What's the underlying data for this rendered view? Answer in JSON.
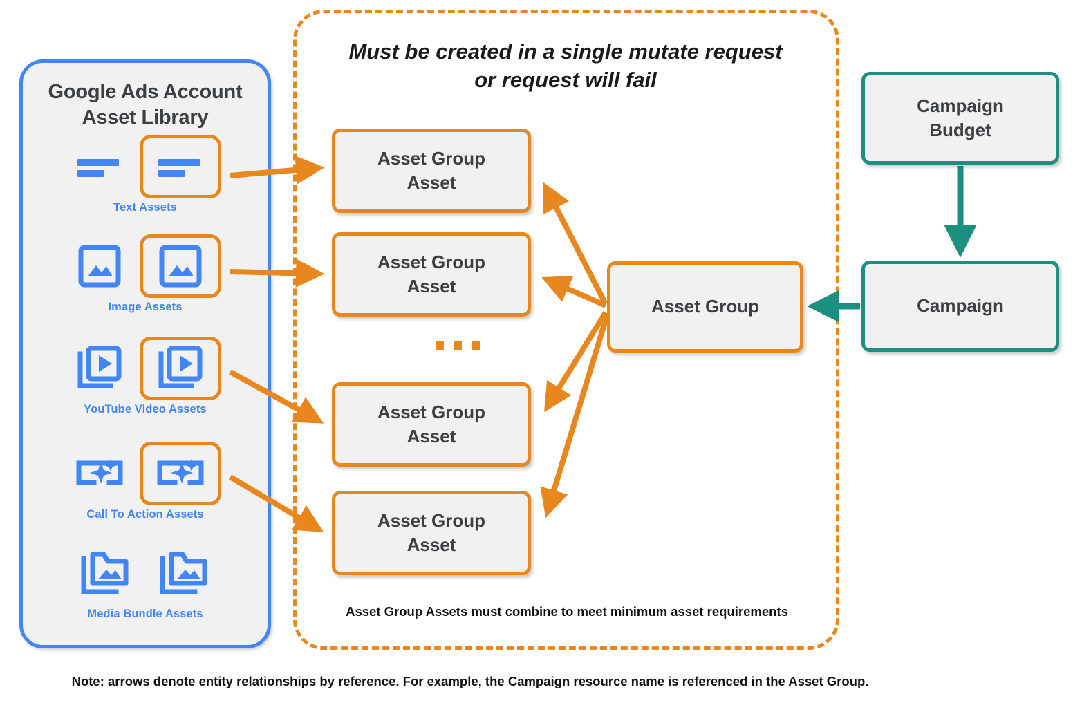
{
  "library": {
    "title": "Google Ads Account\nAsset Library",
    "title_line1": "Google Ads Account",
    "title_line2": "Asset Library",
    "border_color": "#4285f4",
    "items": [
      {
        "caption": "Text Assets",
        "icon": "text-asset-icon",
        "highlighted": true
      },
      {
        "caption": "Image Assets",
        "icon": "image-asset-icon",
        "highlighted": true
      },
      {
        "caption": "YouTube Video  Assets",
        "icon": "youtube-video-asset-icon",
        "highlighted": true
      },
      {
        "caption": "Call To Action Assets",
        "icon": "call-to-action-asset-icon",
        "highlighted": true
      },
      {
        "caption": "Media Bundle  Assets",
        "icon": "media-bundle-asset-icon",
        "highlighted": false
      }
    ]
  },
  "mutate_group": {
    "title_line1": "Must be created in a single mutate request",
    "title_line2": "or request will fail",
    "footnote": "Asset Group Assets must combine to meet minimum asset requirements",
    "border_color": "#e8871e",
    "border_style": "dashed"
  },
  "nodes": {
    "asset_group_assets": [
      {
        "label": "Asset Group\nAsset",
        "line1": "Asset Group",
        "line2": "Asset"
      },
      {
        "label": "Asset Group\nAsset",
        "line1": "Asset Group",
        "line2": "Asset"
      },
      {
        "label": "Asset Group\nAsset",
        "line1": "Asset Group",
        "line2": "Asset"
      },
      {
        "label": "Asset Group\nAsset",
        "line1": "Asset Group",
        "line2": "Asset"
      }
    ],
    "ellipsis": "...",
    "asset_group": {
      "label": "Asset Group",
      "color": "#e8871e"
    },
    "campaign_budget": {
      "line1": "Campaign",
      "line2": "Budget",
      "color": "#1b9080"
    },
    "campaign": {
      "label": "Campaign",
      "color": "#1b9080"
    }
  },
  "note": "Note: arrows denote entity relationships by reference. For example, the Campaign resource name is referenced in the Asset Group.",
  "colors": {
    "orange": "#e8871e",
    "teal": "#1b9080",
    "blue": "#4285f4",
    "node_fill": "#f1f1f1",
    "text_dark": "#3c4043"
  }
}
